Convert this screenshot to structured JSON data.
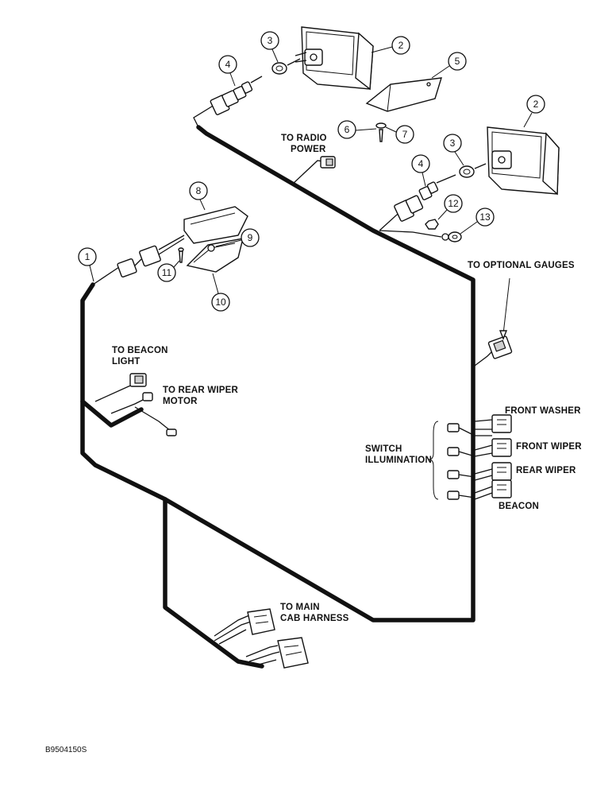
{
  "labels": {
    "to_radio_power_1": "TO RADIO",
    "to_radio_power_2": "POWER",
    "to_optional_gauges": "TO OPTIONAL GAUGES",
    "to_beacon_light_1": "TO BEACON",
    "to_beacon_light_2": "LIGHT",
    "to_rear_wiper_motor_1": "TO REAR WIPER",
    "to_rear_wiper_motor_2": "MOTOR",
    "front_washer": "FRONT WASHER",
    "front_wiper": "FRONT WIPER",
    "rear_wiper": "REAR WIPER",
    "beacon": "BEACON",
    "switch_illumination_1": "SWITCH",
    "switch_illumination_2": "ILLUMINATION",
    "to_main_cab_harness_1": "TO MAIN",
    "to_main_cab_harness_2": "CAB HARNESS",
    "reference": "B9504150S"
  },
  "callouts": {
    "n1": "1",
    "n2a": "2",
    "n2b": "2",
    "n3a": "3",
    "n3b": "3",
    "n4a": "4",
    "n4b": "4",
    "n5": "5",
    "n6": "6",
    "n7": "7",
    "n8": "8",
    "n9": "9",
    "n10": "10",
    "n11": "11",
    "n12": "12",
    "n13": "13"
  }
}
